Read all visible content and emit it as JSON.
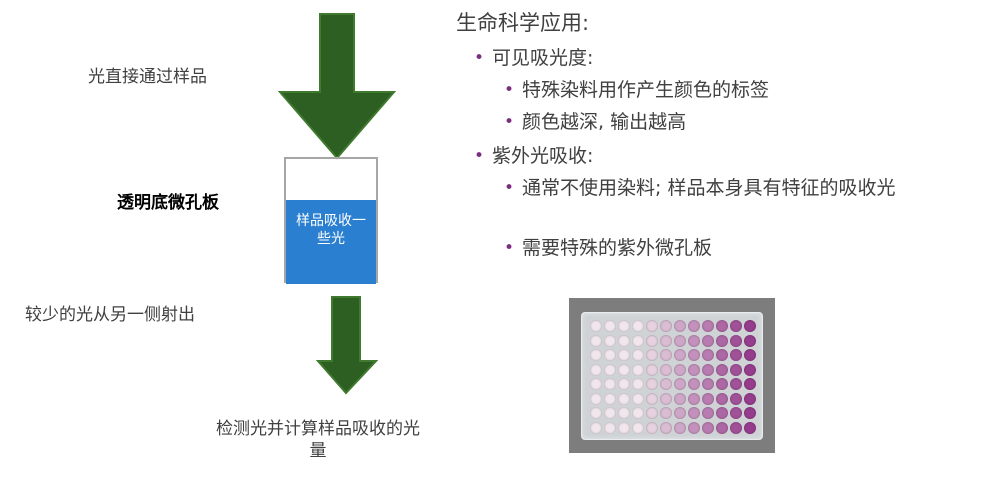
{
  "left": {
    "top_label": "光直接通过样品",
    "plate_label": "透明底微孔板",
    "sample_label": "样品吸收一些光",
    "bottom_label": "较少的光从另一侧射出",
    "result_label_line1": "检测光并计算样品吸收的光",
    "result_label_line2": "量"
  },
  "right": {
    "heading": "生命科学应用:",
    "items": [
      {
        "text": "可见吸光度:",
        "level": 1
      },
      {
        "text": "特殊染料用作产生颜色的标签",
        "level": 2
      },
      {
        "text": "颜色越深, 输出越高",
        "level": 2
      },
      {
        "text": "紫外光吸收:",
        "level": 1
      },
      {
        "text": "通常不使用染料; 样品本身具有特征的吸收光",
        "level": 2
      },
      {
        "text": "需要特殊的紫外微孔板",
        "level": 2
      }
    ]
  },
  "colors": {
    "arrow": "#2d5e22",
    "arrow_edge": "#3f7a2f",
    "sample": "#2a7fd0",
    "well_border": "#a6a6a6",
    "bullet": "#7b2d7f",
    "text": "#404040",
    "photo_bg": "#7d7d7d"
  }
}
